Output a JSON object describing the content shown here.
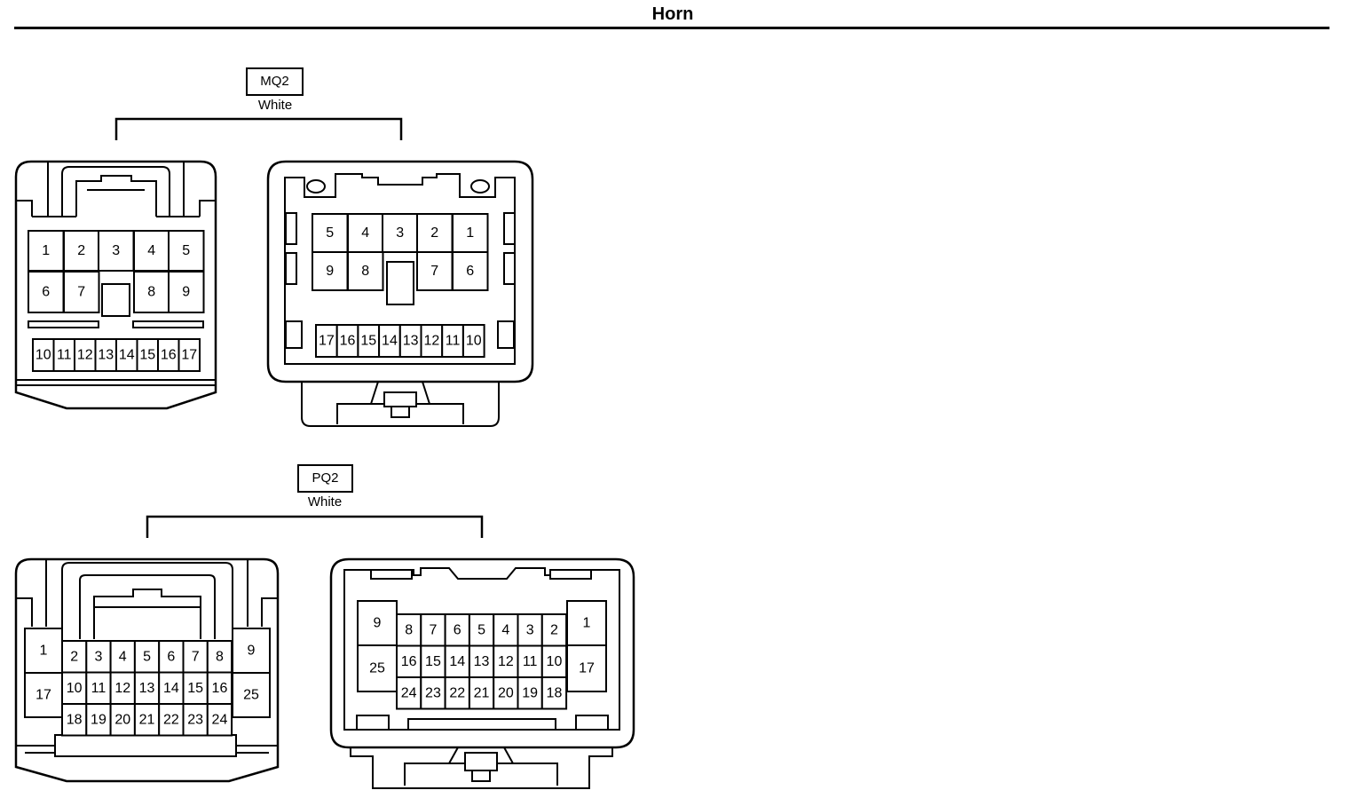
{
  "title": "Horn",
  "connectors": [
    {
      "id": "MQ2",
      "color": "White",
      "views": [
        {
          "side": "a",
          "pins": [
            [
              "1",
              "2",
              "3",
              "4",
              "5"
            ],
            [
              "6",
              "7",
              "8",
              "9"
            ],
            [
              "10",
              "11",
              "12",
              "13",
              "14",
              "15",
              "16",
              "17"
            ]
          ]
        },
        {
          "side": "b",
          "pins": [
            [
              "5",
              "4",
              "3",
              "2",
              "1"
            ],
            [
              "9",
              "8",
              "7",
              "6"
            ],
            [
              "17",
              "16",
              "15",
              "14",
              "13",
              "12",
              "11",
              "10"
            ]
          ]
        }
      ]
    },
    {
      "id": "PQ2",
      "color": "White",
      "views": [
        {
          "side": "a",
          "pins": [
            [
              "1",
              "17"
            ],
            [
              "2",
              "3",
              "4",
              "5",
              "6",
              "7",
              "8"
            ],
            [
              "10",
              "11",
              "12",
              "13",
              "14",
              "15",
              "16"
            ],
            [
              "18",
              "19",
              "20",
              "21",
              "22",
              "23",
              "24"
            ],
            [
              "9",
              "25"
            ]
          ]
        },
        {
          "side": "b",
          "pins": [
            [
              "9",
              "25"
            ],
            [
              "8",
              "7",
              "6",
              "5",
              "4",
              "3",
              "2"
            ],
            [
              "16",
              "15",
              "14",
              "13",
              "12",
              "11",
              "10"
            ],
            [
              "24",
              "23",
              "22",
              "21",
              "20",
              "19",
              "18"
            ],
            [
              "1",
              "17"
            ]
          ]
        }
      ]
    }
  ]
}
